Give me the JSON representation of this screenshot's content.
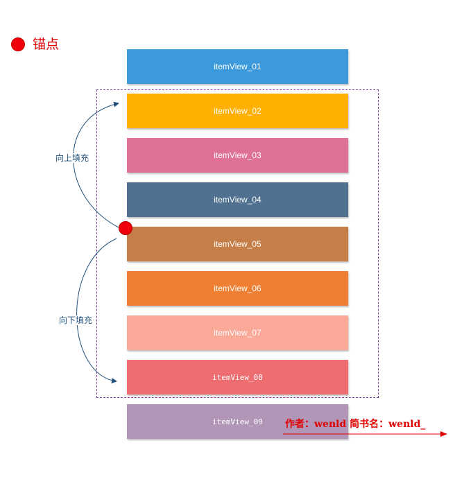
{
  "legend": {
    "label": "锚点",
    "color": "#f0000b"
  },
  "items": [
    {
      "label": "itemView_01",
      "color": "#3b99dc"
    },
    {
      "label": "itemView_02",
      "color": "#ffb000"
    },
    {
      "label": "itemView_03",
      "color": "#de7194"
    },
    {
      "label": "itemView_04",
      "color": "#50718f"
    },
    {
      "label": "itemView_05",
      "color": "#c57e48"
    },
    {
      "label": "itemView_06",
      "color": "#ef7f33"
    },
    {
      "label": "itemView_07",
      "color": "#faa898"
    },
    {
      "label": "itemView_08",
      "color": "#ed6d70"
    },
    {
      "label": "itemView_09",
      "color": "#b196b7"
    }
  ],
  "arrows": {
    "up_label": "向上填充",
    "down_label": "向下填充"
  },
  "watermark": {
    "text": "作者：wenld 简书名：wenld_"
  }
}
